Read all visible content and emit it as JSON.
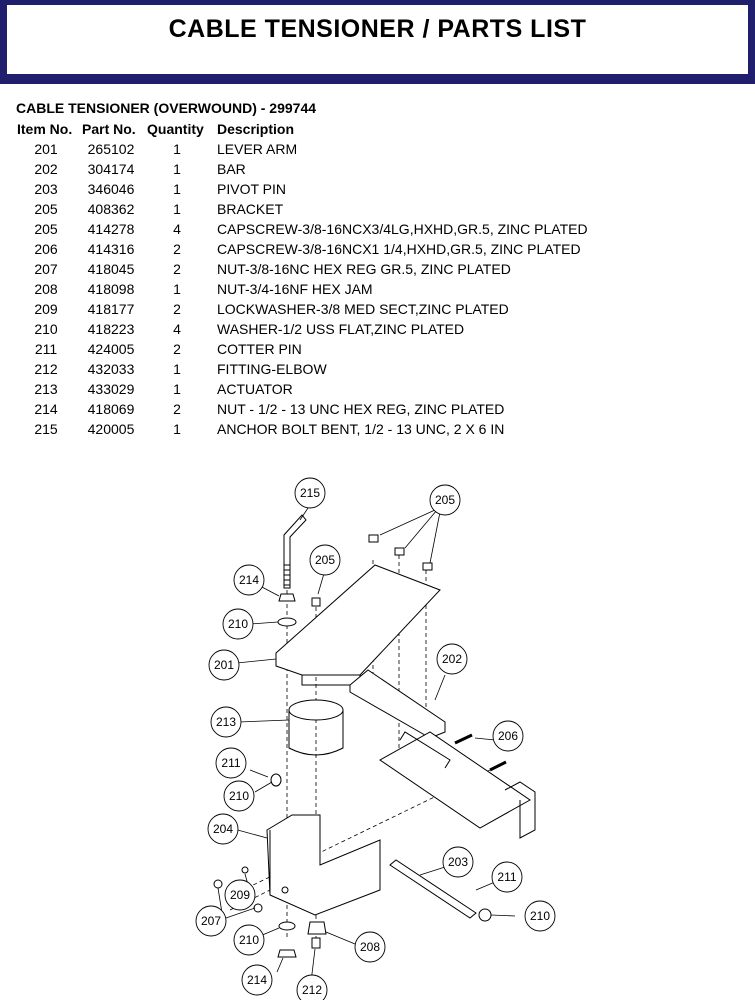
{
  "header": {
    "title": "CABLE TENSIONER / PARTS LIST"
  },
  "section": {
    "title": "CABLE TENSIONER (OVERWOUND) - 299744"
  },
  "table": {
    "columns": [
      "Item No.",
      "Part No.",
      "Quantity",
      "Description"
    ],
    "rows": [
      [
        "201",
        "265102",
        "1",
        "LEVER ARM"
      ],
      [
        "202",
        "304174",
        "1",
        "BAR"
      ],
      [
        "203",
        "346046",
        "1",
        "PIVOT PIN"
      ],
      [
        "205",
        "408362",
        "1",
        "BRACKET"
      ],
      [
        "205",
        "414278",
        "4",
        "CAPSCREW-3/8-16NCX3/4LG,HXHD,GR.5, ZINC PLATED"
      ],
      [
        "206",
        "414316",
        "2",
        "CAPSCREW-3/8-16NCX1 1/4,HXHD,GR.5, ZINC PLATED"
      ],
      [
        "207",
        "418045",
        "2",
        "NUT-3/8-16NC HEX REG GR.5, ZINC PLATED"
      ],
      [
        "208",
        "418098",
        "1",
        "NUT-3/4-16NF HEX JAM"
      ],
      [
        "209",
        "418177",
        "2",
        "LOCKWASHER-3/8 MED SECT,ZINC PLATED"
      ],
      [
        "210",
        "418223",
        "4",
        "WASHER-1/2 USS FLAT,ZINC PLATED"
      ],
      [
        "211",
        "424005",
        "2",
        "COTTER PIN"
      ],
      [
        "212",
        "432033",
        "1",
        "FITTING-ELBOW"
      ],
      [
        "213",
        "433029",
        "1",
        "ACTUATOR"
      ],
      [
        "214",
        "418069",
        "2",
        "NUT - 1/2 - 13 UNC HEX REG, ZINC PLATED"
      ],
      [
        "215",
        "420005",
        "1",
        "ANCHOR BOLT BENT, 1/2 - 13 UNC, 2 X 6 IN"
      ]
    ]
  },
  "diagram": {
    "callouts": {
      "c215": "215",
      "c205a": "205",
      "c205b": "205",
      "c214a": "214",
      "c210a": "210",
      "c201": "201",
      "c202": "202",
      "c213": "213",
      "c206": "206",
      "c211a": "211",
      "c210b": "210",
      "c204": "204",
      "c203": "203",
      "c211b": "211",
      "c209": "209",
      "c207": "207",
      "c210c": "210",
      "c210d": "210",
      "c208": "208",
      "c214b": "214",
      "c212": "212"
    }
  },
  "colors": {
    "header_border": "#1f1f6e",
    "text": "#000000"
  }
}
